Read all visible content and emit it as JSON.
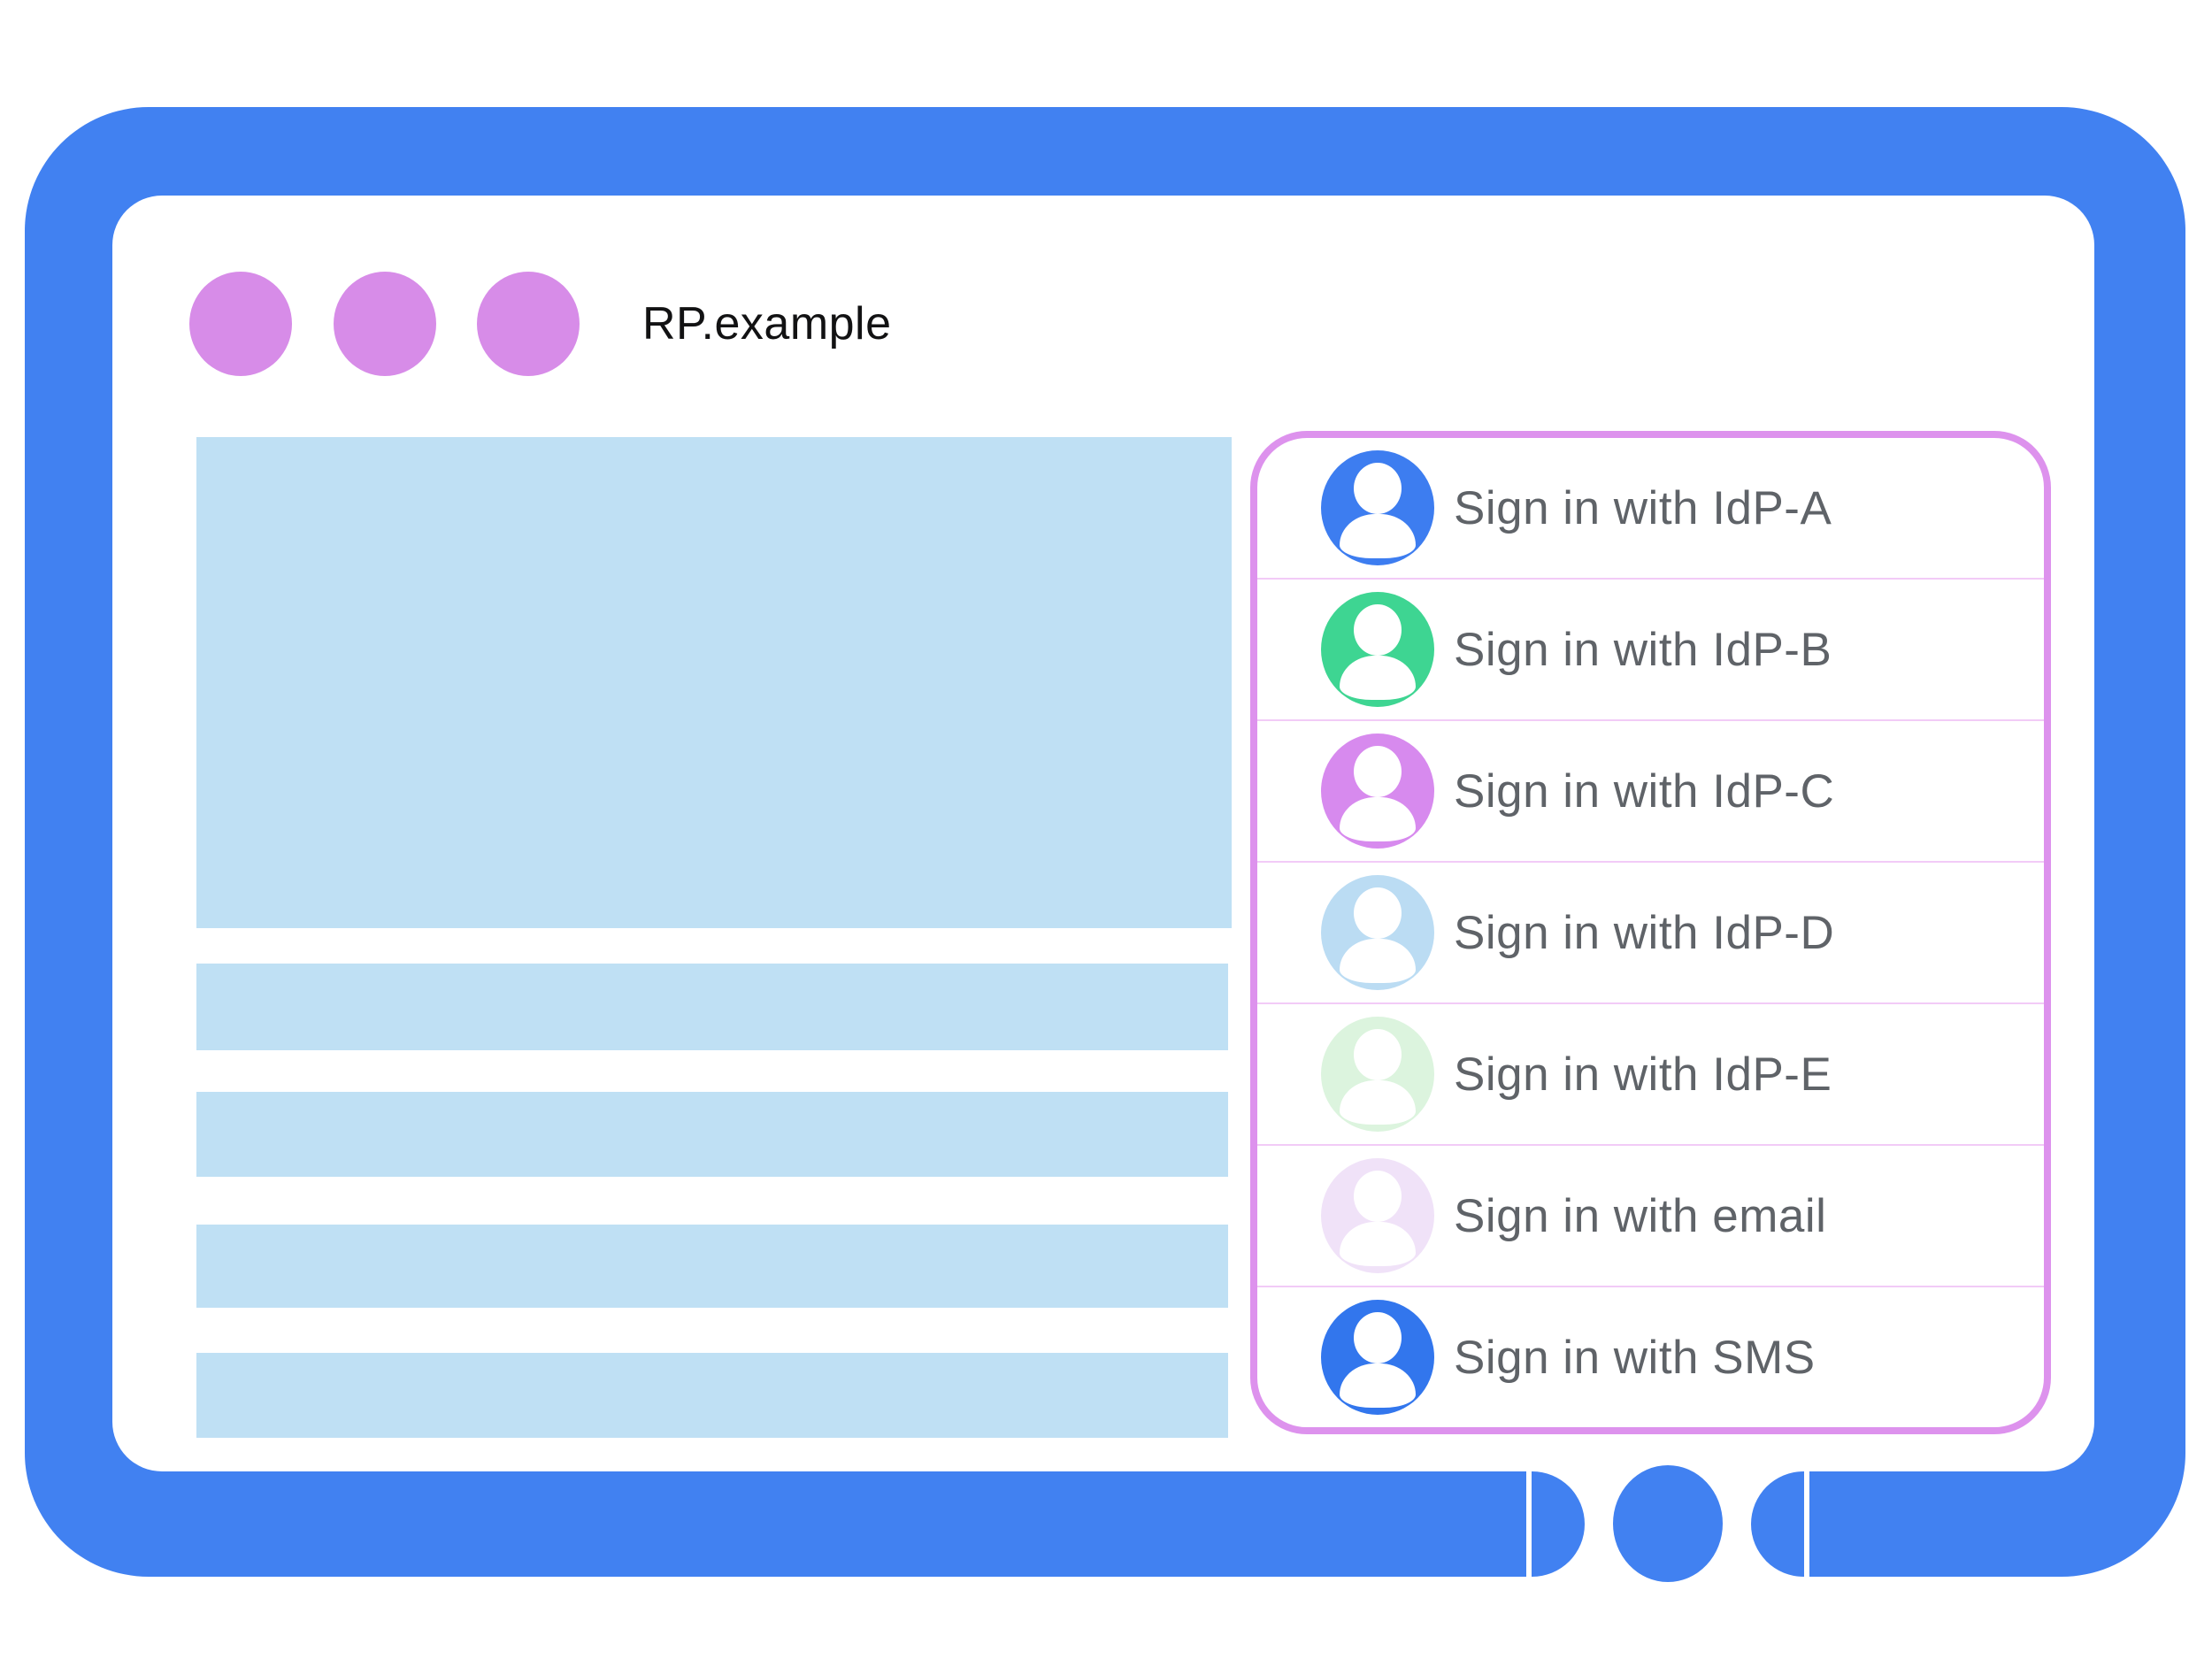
{
  "window": {
    "title": "RP.example",
    "controls": [
      {
        "icon": "window-control-dot"
      },
      {
        "icon": "window-control-dot"
      },
      {
        "icon": "window-control-dot"
      }
    ]
  },
  "page_content": {
    "placeholders": {
      "hero_block_count": 1,
      "text_bar_count": 4
    }
  },
  "signin_dialog": {
    "options": [
      {
        "label": "Sign in with IdP-A",
        "avatar_icon": "person-icon",
        "avatar_color": "#3D7DF0"
      },
      {
        "label": "Sign in with IdP-B",
        "avatar_icon": "person-icon",
        "avatar_color": "#3ED592"
      },
      {
        "label": "Sign in with IdP-C",
        "avatar_icon": "person-icon",
        "avatar_color": "#D78AEE"
      },
      {
        "label": "Sign in with IdP-D",
        "avatar_icon": "person-icon",
        "avatar_color": "#BBDCF3"
      },
      {
        "label": "Sign in with IdP-E",
        "avatar_icon": "person-icon",
        "avatar_color": "#DCF4DE"
      },
      {
        "label": "Sign in with email",
        "avatar_icon": "person-icon",
        "avatar_color": "#F0E2F8"
      },
      {
        "label": "Sign in with SMS",
        "avatar_icon": "person-icon",
        "avatar_color": "#3276ED"
      }
    ]
  },
  "colors": {
    "frame_blue": "#4181F1",
    "screen_bg": "#FFFFFF",
    "window_dot_violet": "#D78CE8",
    "title_black": "#121213",
    "placeholder_blue": "#BFE0F4",
    "dialog_bg": "#FFFFFF",
    "dialog_border": "#DD92ED",
    "dialog_divider": "#F2CBF7",
    "label_gray": "#5F6368"
  }
}
